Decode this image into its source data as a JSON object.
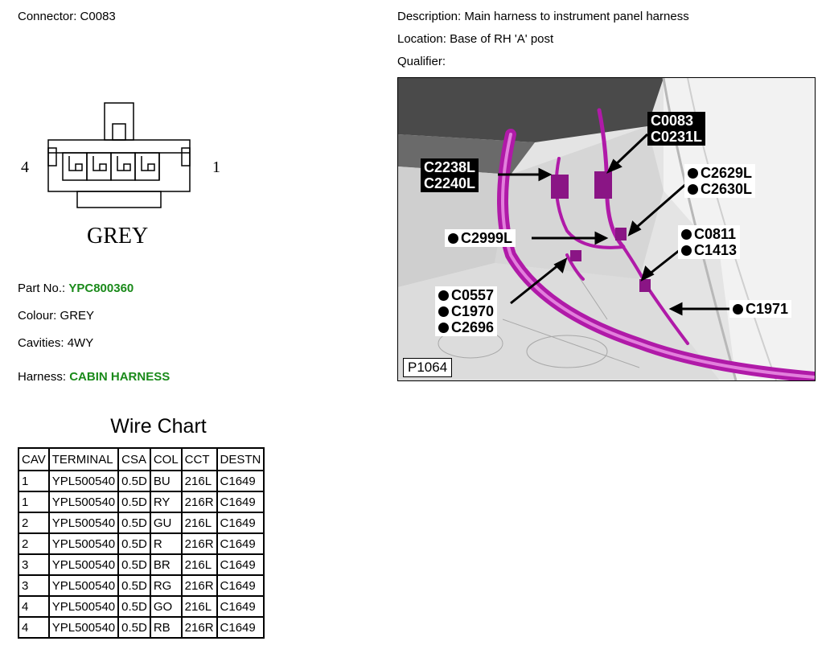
{
  "connector": {
    "label": "Connector:",
    "value": "C0083"
  },
  "description": {
    "label": "Description:",
    "value": "Main harness to instrument panel harness"
  },
  "location": {
    "label": "Location:",
    "value": "Base of RH 'A' post"
  },
  "qualifier": {
    "label": "Qualifier:",
    "value": ""
  },
  "diagram": {
    "pin_left": "4",
    "pin_right": "1",
    "color_label": "GREY"
  },
  "part_no": {
    "label": "Part No.:",
    "value": "YPC800360"
  },
  "colour": {
    "label": "Colour:",
    "value": "GREY"
  },
  "cavities": {
    "label": "Cavities:",
    "value": "4WY"
  },
  "harness": {
    "label": "Harness:",
    "value": "CABIN HARNESS"
  },
  "wire_chart": {
    "title": "Wire Chart",
    "headers": [
      "CAV",
      "TERMINAL",
      "CSA",
      "COL",
      "CCT",
      "DESTN"
    ],
    "rows": [
      [
        "1",
        "YPL500540",
        "0.5D",
        "BU",
        "216L",
        "C1649"
      ],
      [
        "1",
        "YPL500540",
        "0.5D",
        "RY",
        "216R",
        "C1649"
      ],
      [
        "2",
        "YPL500540",
        "0.5D",
        "GU",
        "216L",
        "C1649"
      ],
      [
        "2",
        "YPL500540",
        "0.5D",
        "R",
        "216R",
        "C1649"
      ],
      [
        "3",
        "YPL500540",
        "0.5D",
        "BR",
        "216L",
        "C1649"
      ],
      [
        "3",
        "YPL500540",
        "0.5D",
        "RG",
        "216R",
        "C1649"
      ],
      [
        "4",
        "YPL500540",
        "0.5D",
        "GO",
        "216L",
        "C1649"
      ],
      [
        "4",
        "YPL500540",
        "0.5D",
        "RB",
        "216R",
        "C1649"
      ]
    ]
  },
  "photo": {
    "ref": "P1064",
    "harness_color": "#b01aa8",
    "callouts": {
      "c0083": [
        "C0083",
        "C0231L"
      ],
      "c2238": [
        "C2238L",
        "C2240L"
      ],
      "c2629": [
        "C2629L",
        "C2630L"
      ],
      "c2999": [
        "C2999L"
      ],
      "c0811": [
        "C0811",
        "C1413"
      ],
      "c0557": [
        "C0557",
        "C1970",
        "C2696"
      ],
      "c1971": [
        "C1971"
      ]
    }
  }
}
